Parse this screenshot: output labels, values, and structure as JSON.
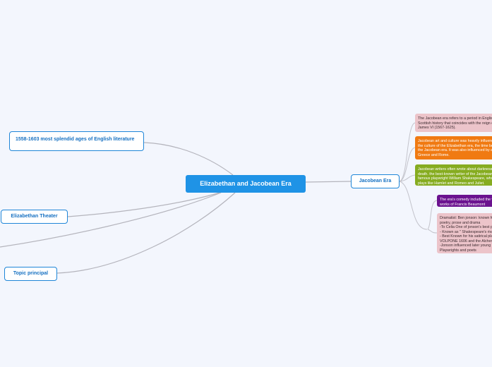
{
  "central": {
    "label": "Elizabethan and Jacobean Era"
  },
  "branches": {
    "literature": "1558-1603 most splendid ages of  English literature",
    "theater": "Elizabethan Theater",
    "topic": "Topic principal",
    "jacobean": "Jacobean Era"
  },
  "jacobean_notes": {
    "definition": "The Jacobean era refers to a period in English and Scottish history that coincides with the reign of James VI (1567-1625).",
    "art": "Jacobean art and culture was heavily influenced by the culture of the Elizabethan era, the time before the Jacobean era. It was also influenced by ancient Greece and Rome.",
    "writers": "Jacobean writers often wrote about darkness, and death.  the best-known writer of the Jacobean era is famous playwright William Shakespeare, who wrote plays like Hamlet and Romeo and Juliet.",
    "comedy": "The era's comedy included the varied works of Francis Beaumont",
    "jonson": "Dramatist: Ben jonson: known for his poetry, prose and drama\n-To Celia One of jonson's best poems\n- Known as \" Shakespeare's rival\n- Best Known for his satirical plays VOLPONE 1606 and the Alchemist\n-Jonson influenced later young Playwrights and poets"
  },
  "colors": {
    "background": "#f3f6fd",
    "central": "#1f93e6",
    "branch_border": "#1f86d8",
    "note_pink": "#ecc4ca",
    "note_orange": "#f07a12",
    "note_green": "#86ac20",
    "note_purple": "#6b128f",
    "connector": "#b4b4bc"
  }
}
